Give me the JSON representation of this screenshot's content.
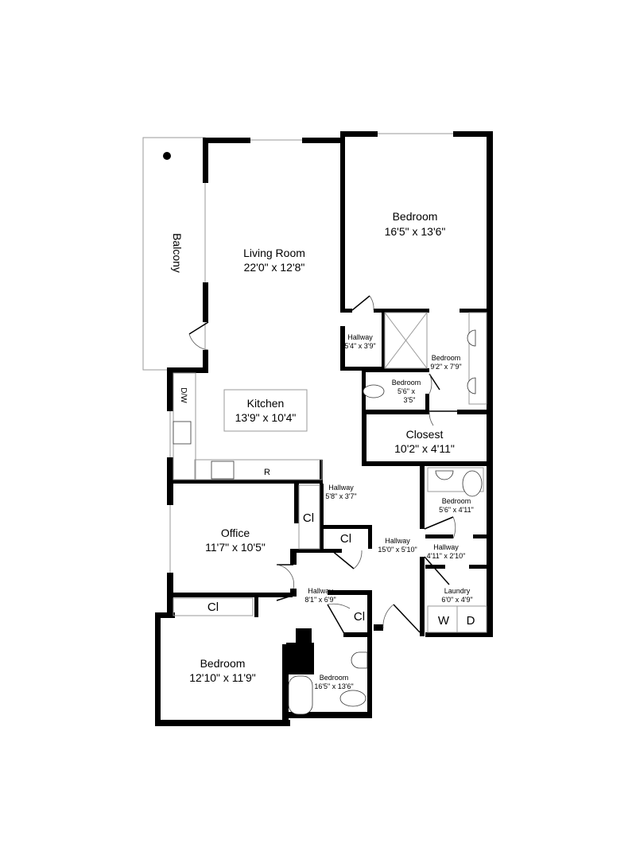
{
  "rooms": {
    "balcony": {
      "name": "Balcony"
    },
    "living_room": {
      "name": "Living Room",
      "dims": "22'0\" x 12'8\""
    },
    "bedroom_main": {
      "name": "Bedroom",
      "dims": "16'5\" x 13'6\""
    },
    "hallway_a": {
      "name": "Hallway",
      "dims": "5'4\" x 3'9\""
    },
    "bedroom_bath_a": {
      "name": "Bedroom",
      "dims": "9'2\" x 7'9\""
    },
    "bedroom_wc": {
      "name": "Bedroom",
      "dims_line1": "5'6\" x",
      "dims_line2": "3'5\""
    },
    "kitchen": {
      "name": "Kitchen",
      "dims": "13'9\" x 10'4\""
    },
    "closest": {
      "name": "Closest",
      "dims": "10'2\" x 4'11\""
    },
    "hallway_b": {
      "name": "Hallway",
      "dims": "5'8\" x 3'7\""
    },
    "bedroom_bath_b": {
      "name": "Bedroom",
      "dims": "5'6\" x 4'11\""
    },
    "office": {
      "name": "Office",
      "dims": "11'7\" x 10'5\""
    },
    "hallway_c": {
      "name": "Hallway",
      "dims": "15'0\" x 5'10\""
    },
    "hallway_d": {
      "name": "Hallway",
      "dims": "4'11\" x 2'10\""
    },
    "hallway_e": {
      "name": "Hallway",
      "dims": "8'1\" x 6'9\""
    },
    "laundry": {
      "name": "Laundry",
      "dims": "6'0\" x 4'9\""
    },
    "bedroom_2": {
      "name": "Bedroom",
      "dims": "12'10\" x 11'9\""
    },
    "bedroom_bath_c": {
      "name": "Bedroom",
      "dims": "16'5\" x 13'6\""
    }
  },
  "fixtures": {
    "dishwasher": "D/W",
    "refrigerator": "R",
    "washer": "W",
    "dryer": "D",
    "closet_office": "Cl",
    "closet_hall": "Cl",
    "closet_hall_2": "Cl",
    "closet_bedroom": "Cl"
  }
}
